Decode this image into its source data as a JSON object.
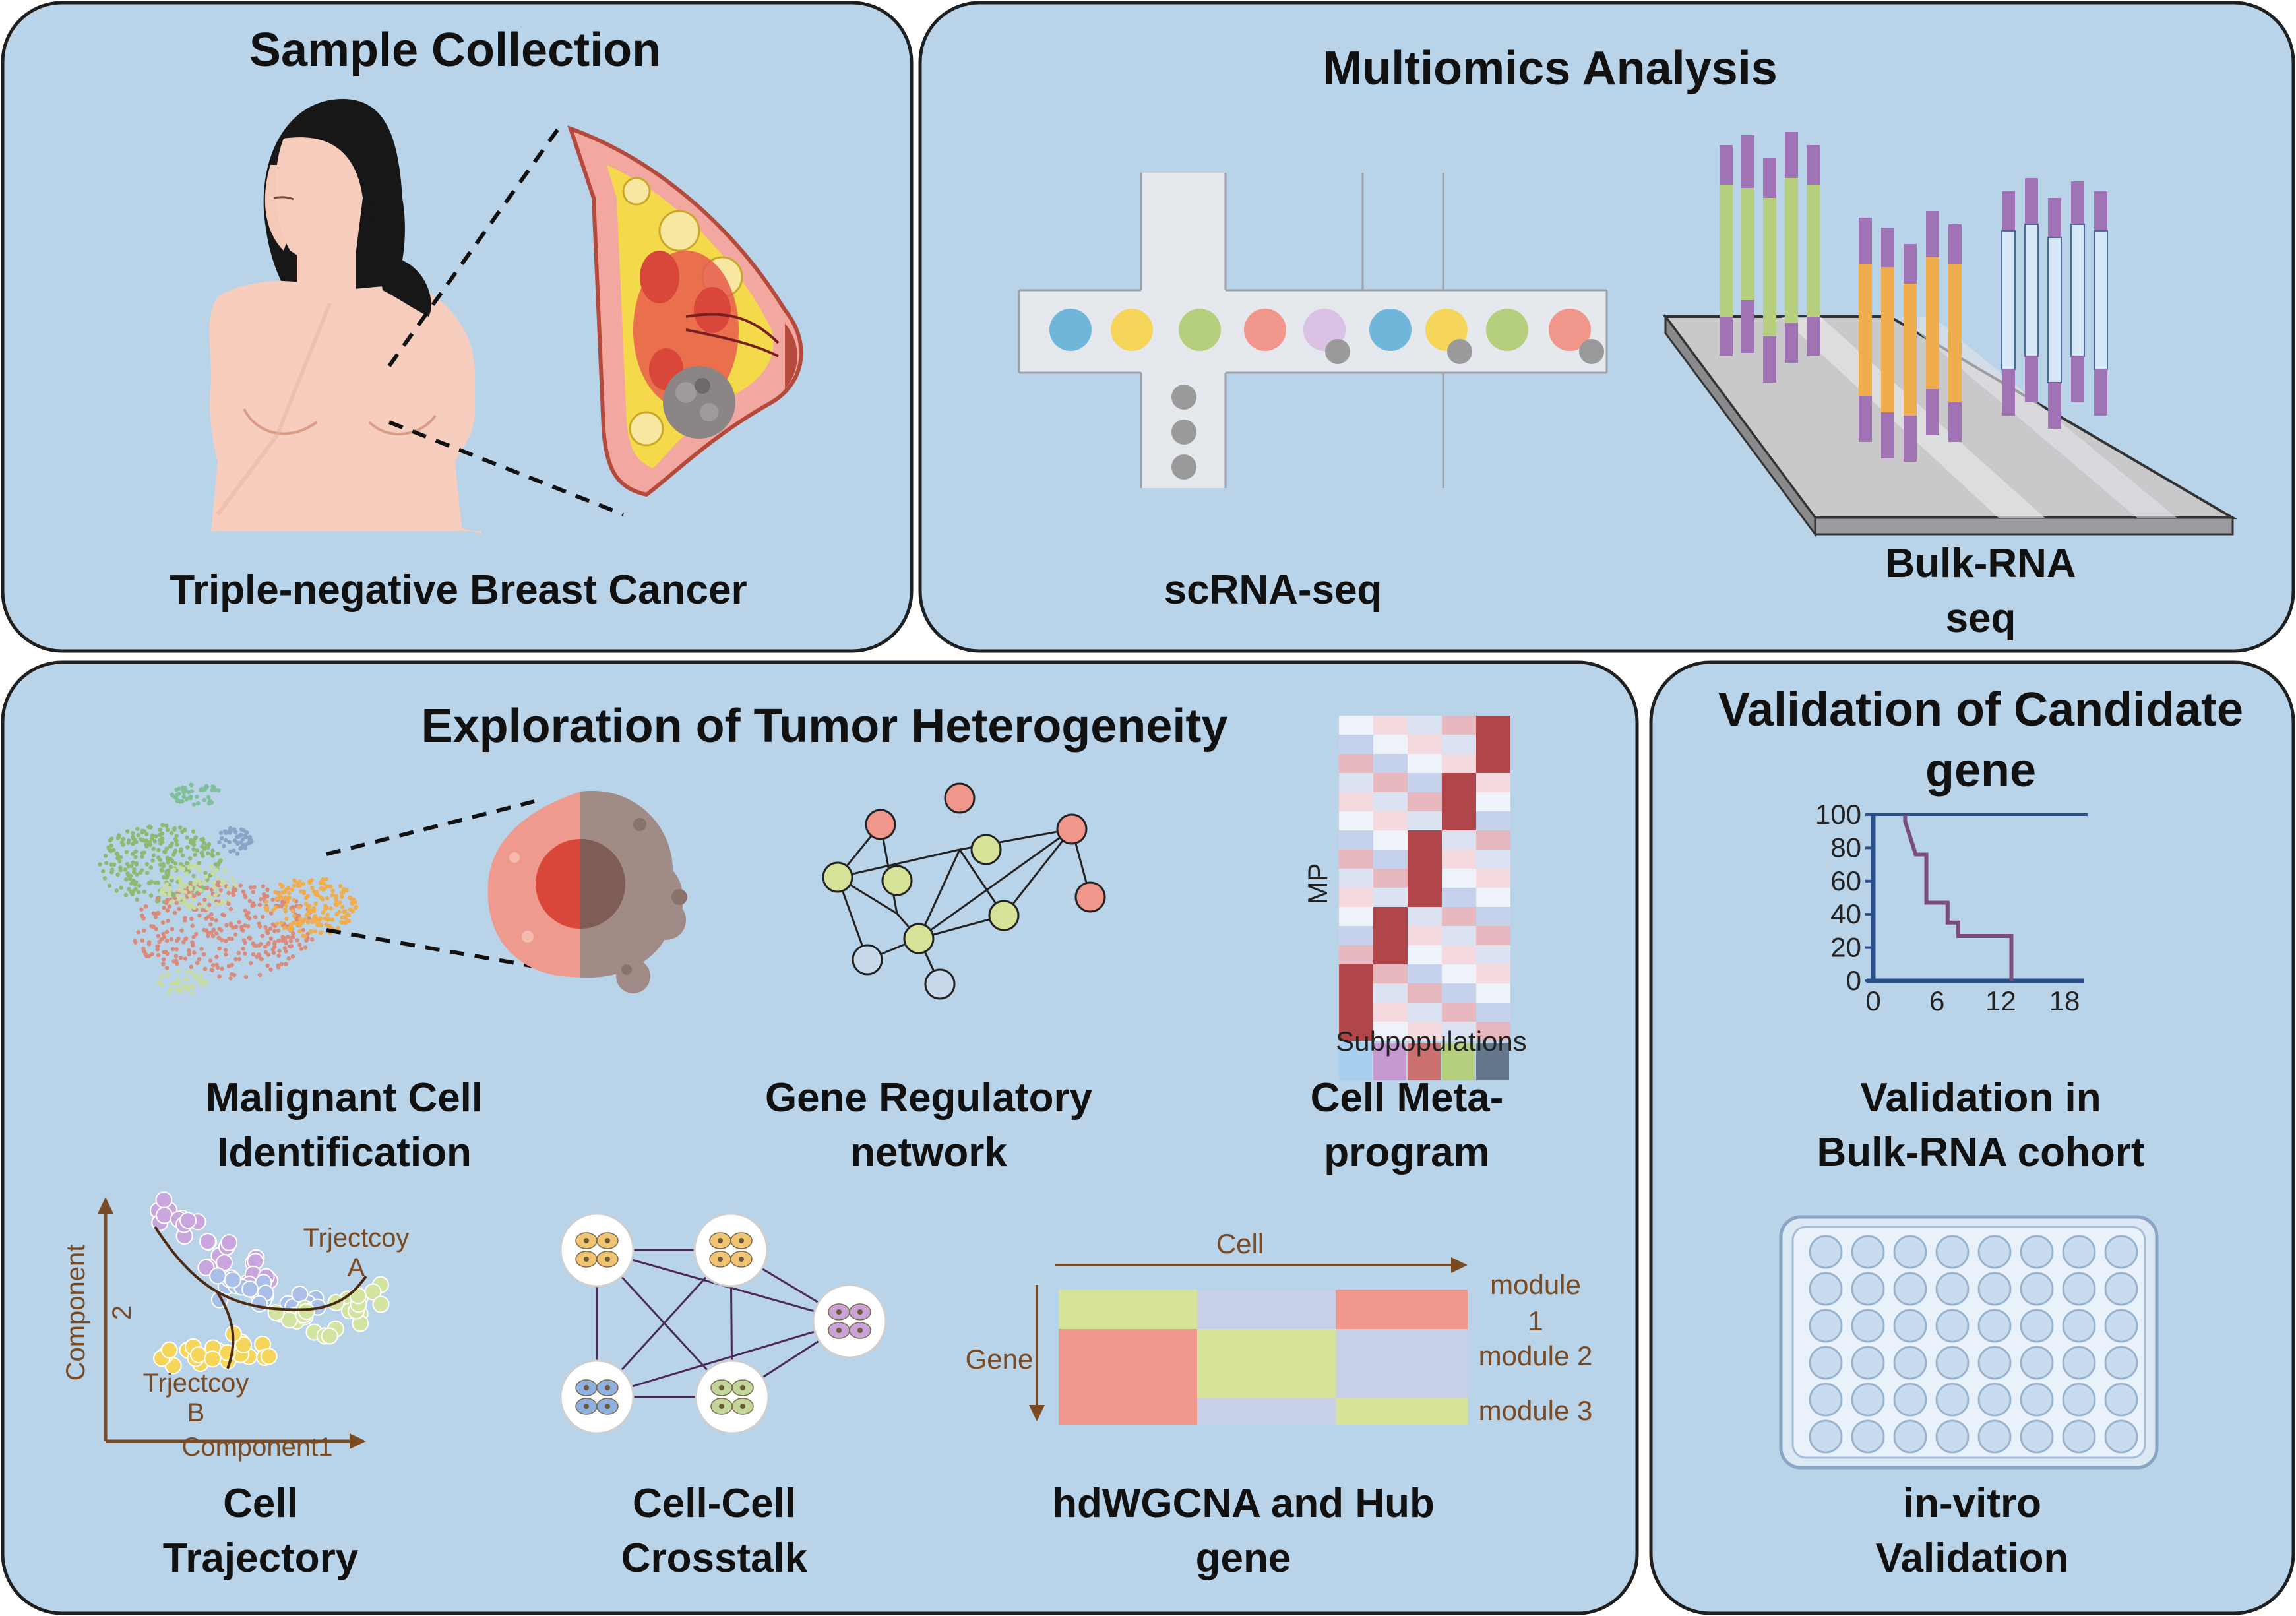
{
  "panels": {
    "sample_collection": {
      "title": "Sample Collection",
      "caption": "Triple-negative Breast Cancer"
    },
    "multiomics": {
      "title": "Multiomics Analysis",
      "scrna_label": "scRNA-seq",
      "bulk_label_line1": "Bulk-RNA",
      "bulk_label_line2": "seq"
    },
    "heterogeneity": {
      "title": "Exploration of Tumor Heterogeneity",
      "malignant_line1": "Malignant Cell",
      "malignant_line2": "Identification",
      "grn_line1": "Gene Regulatory",
      "grn_line2": "network",
      "meta_line1": "Cell Meta-",
      "meta_line2": "program",
      "heatmap_ylabel": "MP",
      "heatmap_xlabel": "Subpopulations",
      "trajectory_line1": "Cell",
      "trajectory_line2": "Trajectory",
      "traj_y_axis_line1": "Component",
      "traj_y_axis_line2": "2",
      "traj_x_axis": "Component1",
      "traj_a_line1": "Trjectcoy",
      "traj_a_line2": "A",
      "traj_b_line1": "Trjectcoy",
      "traj_b_line2": "B",
      "crosstalk_line1": "Cell-Cell",
      "crosstalk_line2": "Crosstalk",
      "hdwgcna_line1": "hdWGCNA and Hub",
      "hdwgcna_line2": "gene",
      "module_x_axis": "Cell",
      "module_y_axis": "Gene",
      "module1_line1": "module",
      "module1_line2": "1",
      "module2": "module 2",
      "module3": "module 3"
    },
    "validation": {
      "title_line1": "Validation of Candidate",
      "title_line2": "gene",
      "bulk_line1": "Validation in",
      "bulk_line2": "Bulk-RNA cohort",
      "invitro_line1": "in-vitro",
      "invitro_line2": "Validation"
    }
  },
  "chart_data": {
    "type": "line",
    "x_ticks": [
      "0",
      "6",
      "12",
      "18"
    ],
    "y_ticks": [
      "0",
      "20",
      "40",
      "60",
      "80",
      "100"
    ],
    "xlim": [
      0,
      18
    ],
    "ylim": [
      0,
      100
    ],
    "series": [
      {
        "x": [
          3,
          3,
          4,
          5,
          5,
          7,
          7,
          8,
          8,
          13,
          13
        ],
        "y": [
          100,
          96,
          76,
          76,
          47,
          47,
          35,
          35,
          27,
          27,
          0
        ]
      }
    ],
    "colors": {
      "curve": "#7a4d7a",
      "axes": "#2a4f8a"
    }
  },
  "colors": {
    "panel_fill": "#b9d3e9",
    "panel_stroke": "#1f1f1f"
  }
}
